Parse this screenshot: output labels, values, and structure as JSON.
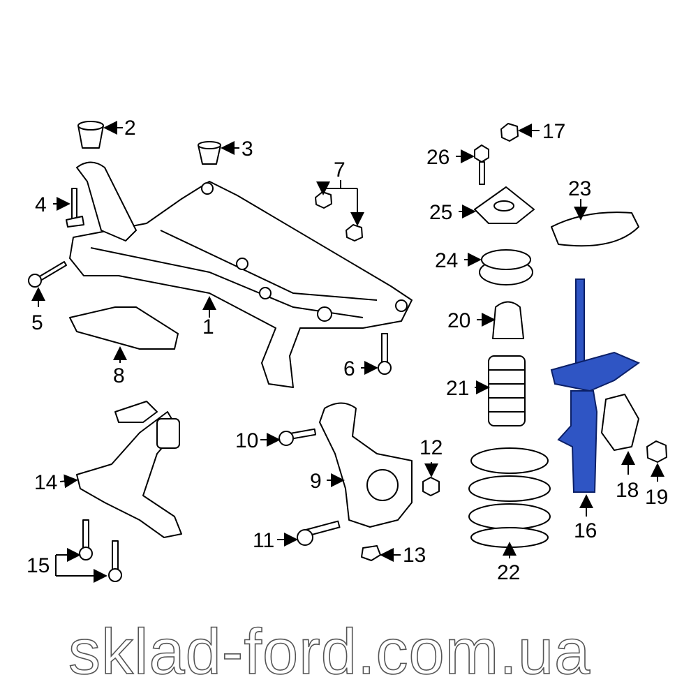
{
  "diagram": {
    "watermark": "sklad-ford.com.ua",
    "highlight_color": "#2f55c4",
    "callouts": [
      {
        "id": "1",
        "part": "subframe"
      },
      {
        "id": "2",
        "part": "bushing-rear"
      },
      {
        "id": "3",
        "part": "bushing-front"
      },
      {
        "id": "4",
        "part": "bolt-bracket"
      },
      {
        "id": "5",
        "part": "bolt"
      },
      {
        "id": "6",
        "part": "bolt"
      },
      {
        "id": "7",
        "part": "nuts"
      },
      {
        "id": "8",
        "part": "bracket"
      },
      {
        "id": "9",
        "part": "knuckle"
      },
      {
        "id": "10",
        "part": "bolt"
      },
      {
        "id": "11",
        "part": "bolt"
      },
      {
        "id": "12",
        "part": "nut"
      },
      {
        "id": "13",
        "part": "nut"
      },
      {
        "id": "14",
        "part": "lower-control-arm"
      },
      {
        "id": "15",
        "part": "bolts"
      },
      {
        "id": "16",
        "part": "strut"
      },
      {
        "id": "17",
        "part": "nut"
      },
      {
        "id": "18",
        "part": "bracket"
      },
      {
        "id": "19",
        "part": "nut"
      },
      {
        "id": "20",
        "part": "bump-stop"
      },
      {
        "id": "21",
        "part": "dust-boot"
      },
      {
        "id": "22",
        "part": "coil-spring"
      },
      {
        "id": "23",
        "part": "spring-seat"
      },
      {
        "id": "24",
        "part": "bearing"
      },
      {
        "id": "25",
        "part": "strut-mount"
      },
      {
        "id": "26",
        "part": "bolt"
      }
    ]
  }
}
